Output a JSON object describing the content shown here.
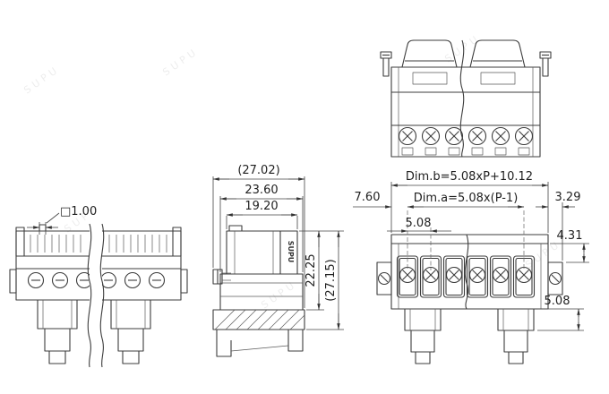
{
  "drawing": {
    "watermark": "SUPU",
    "views": {
      "side_view": {
        "brand_label": "SUPU",
        "dim_overall_width": "(27.02)",
        "dim_body_width": "23.60",
        "dim_top_width": "19.20",
        "dim_body_height": "22.25",
        "dim_overall_height": "(27.15)"
      },
      "front_view_socket": {
        "dim_pin_square": "□1.00"
      },
      "front_view_plugged": {
        "dim_total_width_formula": "Dim.b=5.08xP+10.12",
        "dim_span_formula": "Dim.a=5.08x(P-1)",
        "dim_left_margin": "7.60",
        "dim_pitch": "5.08",
        "dim_right_margin": "3.29",
        "dim_top_offset": "4.31",
        "dim_foot_height": "5.08"
      }
    }
  }
}
